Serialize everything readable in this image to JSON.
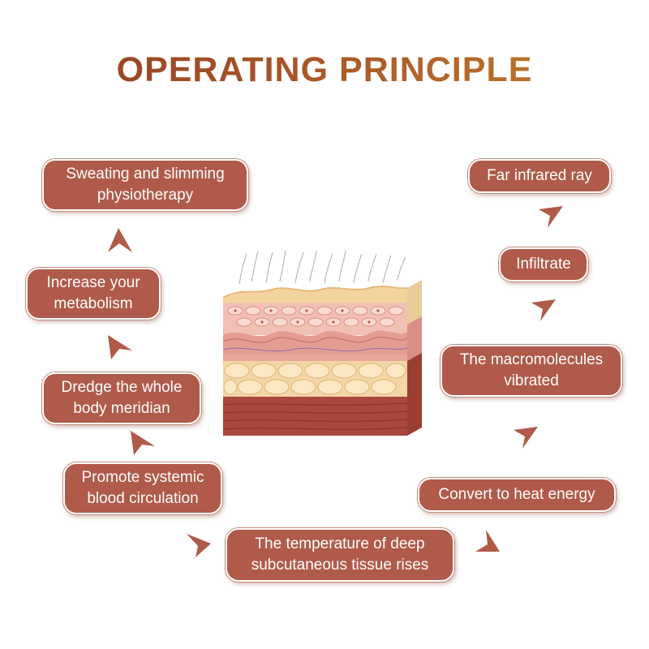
{
  "title": "OPERATING PRINCIPLE",
  "steps": [
    {
      "id": 1,
      "text": "Far infrared ray"
    },
    {
      "id": 2,
      "text": "Infiltrate"
    },
    {
      "id": 3,
      "text": "The macromolecules\nvibrated"
    },
    {
      "id": 4,
      "text": "Convert to heat energy"
    },
    {
      "id": 5,
      "text": "The temperature of deep\nsubcutaneous tissue rises"
    },
    {
      "id": 6,
      "text": "Promote systemic\nblood circulation"
    },
    {
      "id": 7,
      "text": "Dredge the whole\nbody meridian"
    },
    {
      "id": 8,
      "text": "Increase your\nmetabolism"
    },
    {
      "id": 9,
      "text": "Sweating and slimming\nphysiotherapy"
    }
  ],
  "colors": {
    "box_fill": "#b05a4a",
    "arrow_fill": "#b05a4a",
    "title_start": "#8e3f22",
    "title_end": "#c07f2a"
  },
  "center_image": "skin-layers-cross-section"
}
